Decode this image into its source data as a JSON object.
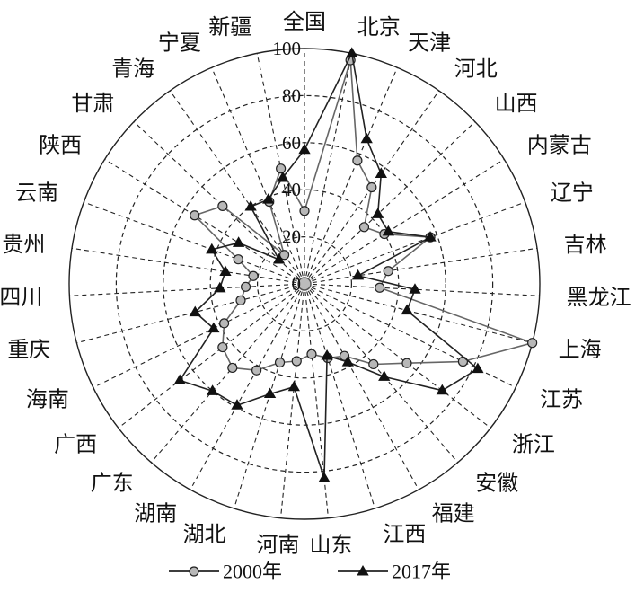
{
  "chart_data": {
    "type": "radar",
    "categories": [
      "全国",
      "北京",
      "天津",
      "河北",
      "山西",
      "内蒙古",
      "辽宁",
      "吉林",
      "黑龙江",
      "上海",
      "江苏",
      "浙江",
      "安徽",
      "福建",
      "江西",
      "山东",
      "河南",
      "湖北",
      "湖南",
      "广东",
      "广西",
      "海南",
      "重庆",
      "四川",
      "贵州",
      "云南",
      "陕西",
      "甘肃",
      "青海",
      "宁夏",
      "新疆"
    ],
    "rlim": [
      0,
      100
    ],
    "rticks": [
      0,
      20,
      40,
      60,
      80,
      100
    ],
    "rtick_labels": [
      "0",
      "20",
      "40",
      "60",
      "80",
      "100"
    ],
    "grid": true,
    "legend_position": "bottom",
    "series": [
      {
        "name": "2000年",
        "marker": "circle",
        "values": [
          31,
          97,
          57,
          50,
          35,
          40,
          57,
          36,
          32,
          100,
          75,
          55,
          45,
          35,
          33,
          30,
          33,
          35,
          42,
          47,
          44,
          38,
          28,
          25,
          22,
          30,
          55,
          48,
          15,
          38,
          50
        ]
      },
      {
        "name": "2017年",
        "marker": "triangle",
        "values": [
          57,
          100,
          67,
          57,
          43,
          42,
          57,
          23,
          47,
          45,
          82,
          74,
          52,
          38,
          32,
          83,
          44,
          49,
          59,
          60,
          67,
          43,
          48,
          36,
          34,
          42,
          33,
          15,
          40,
          39,
          46
        ]
      }
    ]
  }
}
